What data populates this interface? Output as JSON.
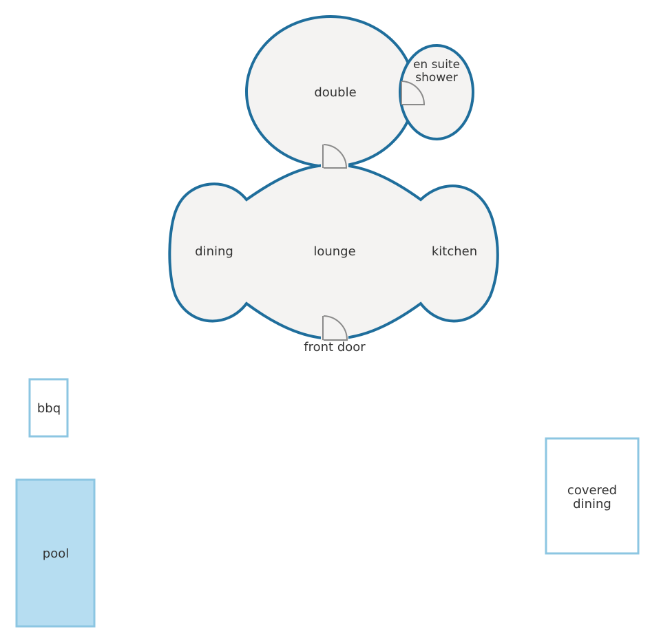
{
  "rooms": {
    "double": "double",
    "en_suite_line1": "en suite",
    "en_suite_line2": "shower",
    "dining": "dining",
    "lounge": "lounge",
    "kitchen": "kitchen",
    "front_door": "front door"
  },
  "outdoor": {
    "bbq": "bbq",
    "pool": "pool",
    "covered_dining_line1": "covered",
    "covered_dining_line2": "dining"
  },
  "colors": {
    "wall": "#1f6e9c",
    "room_fill": "#f4f3f2",
    "outdoor_stroke": "#8cc6e2",
    "pool_fill": "#b6ddf1",
    "door": "#8a8a8a"
  }
}
